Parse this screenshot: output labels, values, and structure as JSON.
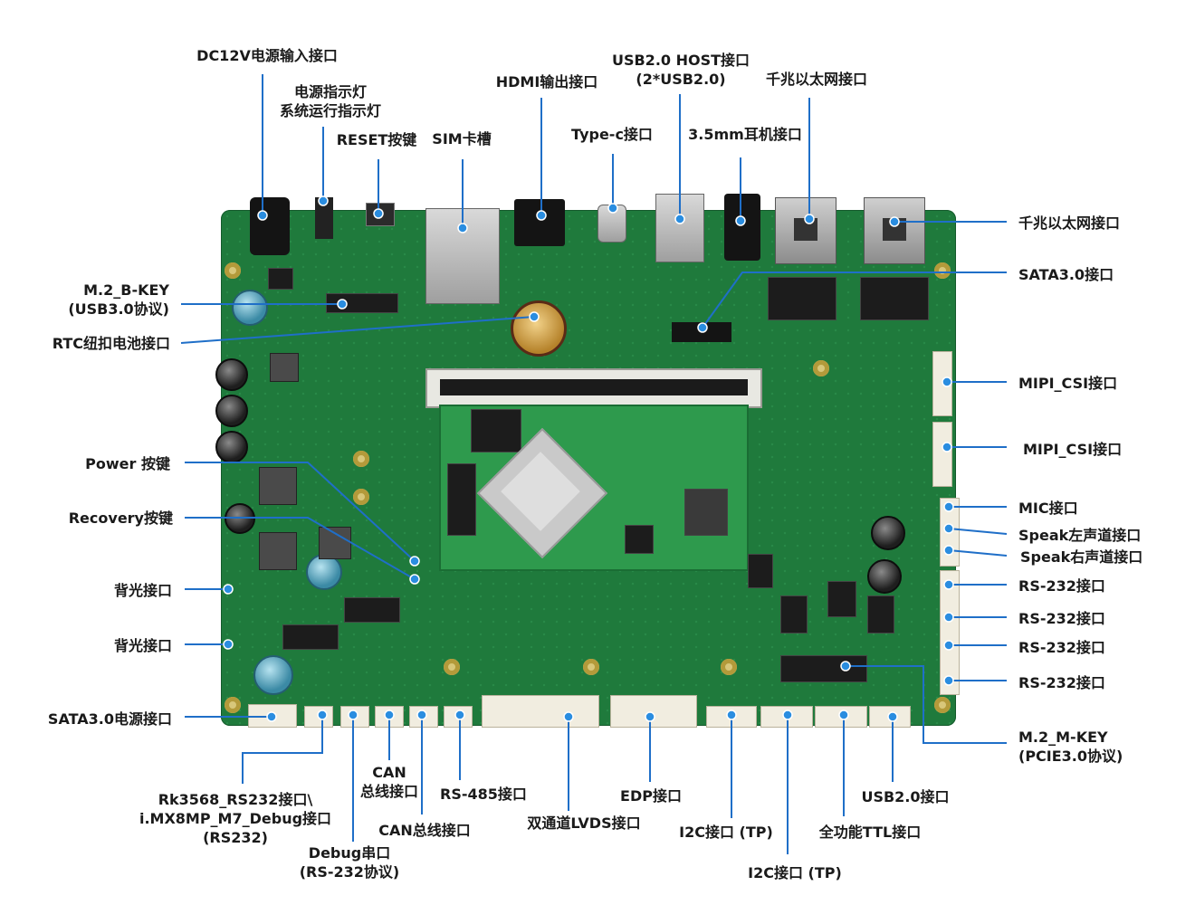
{
  "labels": {
    "dc12v": "DC12V电源输入接口",
    "led_power": "电源指示灯",
    "led_run": "系统运行指示灯",
    "reset": "RESET按键",
    "sim": "SIM卡槽",
    "hdmi": "HDMI输出接口",
    "usb_host_1": "USB2.0 HOST接口",
    "usb_host_2": "(2*USB2.0)",
    "typec": "Type-c接口",
    "audio": "3.5mm耳机接口",
    "eth_top": "千兆以太网接口",
    "eth_right": "千兆以太网接口",
    "sata_data": "SATA3.0接口",
    "mipi_csi_1": "MIPI_CSI接口",
    "mipi_csi_2": "MIPI_CSI接口",
    "mic": "MIC接口",
    "speak_left": "Speak左声道接口",
    "speak_right": "Speak右声道接口",
    "rs232_1": "RS-232接口",
    "rs232_2": "RS-232接口",
    "rs232_3": "RS-232接口",
    "rs232_4": "RS-232接口",
    "m2_mkey_1": "M.2_M-KEY",
    "m2_mkey_2": "(PCIE3.0协议)",
    "m2_bkey_1": "M.2_B-KEY",
    "m2_bkey_2": "(USB3.0协议)",
    "rtc": "RTC纽扣电池接口",
    "power_key": "Power 按键",
    "recovery_key": "Recovery按键",
    "backlight_1": "背光接口",
    "backlight_2": "背光接口",
    "sata_power": "SATA3.0电源接口",
    "rk_debug_1": "Rk3568_RS232接口\\",
    "rk_debug_2": "i.MX8MP_M7_Debug接口",
    "rk_debug_3": "(RS232)",
    "debug_1": "Debug串口",
    "debug_2": "(RS-232协议)",
    "can_1a": "CAN",
    "can_1b": "总线接口",
    "can_2": "CAN总线接口",
    "rs485": "RS-485接口",
    "lvds": "双通道LVDS接口",
    "edp": "EDP接口",
    "i2c_1": "I2C接口 (TP)",
    "i2c_2": "I2C接口 (TP)",
    "ttl": "全功能TTL接口",
    "usb20": "USB2.0接口"
  },
  "colors": {
    "leader_line": "#1f6fc8",
    "dot": "#2a8de0",
    "board": "#1f7a3c",
    "text": "#1a1a1a"
  }
}
